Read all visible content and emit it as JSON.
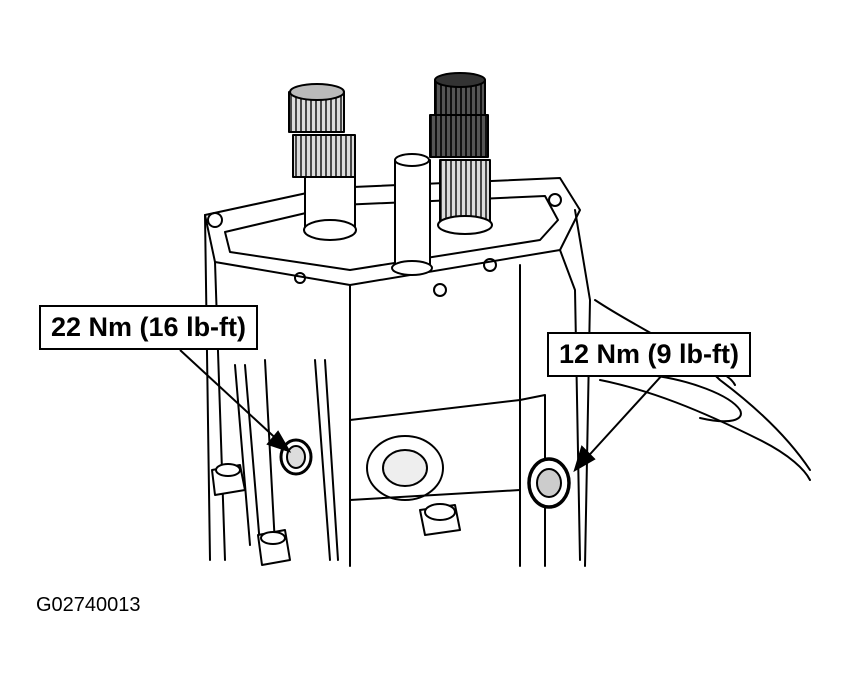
{
  "figure_id": "G02740013",
  "callouts": {
    "left_torque": "22 Nm (16 lb-ft)",
    "right_torque": "12 Nm (9 lb-ft)"
  },
  "colors": {
    "line": "#000000",
    "background": "#ffffff",
    "shade": "#444444"
  }
}
